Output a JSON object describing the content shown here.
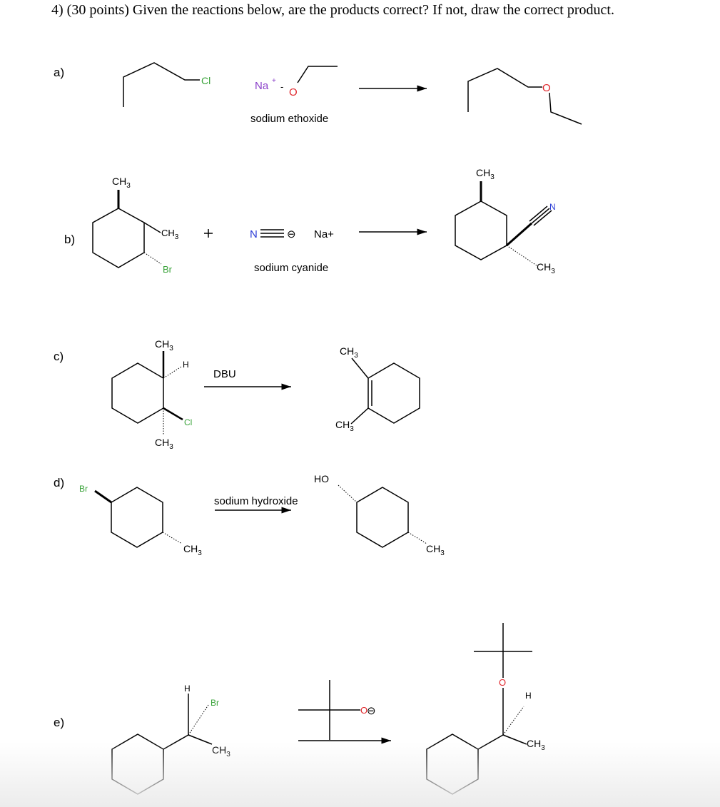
{
  "question": {
    "text": "4) (30 points) Given the reactions below, are the products correct? If not, draw the correct product."
  },
  "parts": [
    {
      "label": "a)",
      "reactant_labels": [
        "Cl",
        "Na",
        "+",
        "-",
        "O"
      ],
      "reagent_name": "sodium ethoxide",
      "product_labels": [
        "O"
      ]
    },
    {
      "label": "b)",
      "reactant_labels": [
        "CH3",
        "CH3",
        "Br"
      ],
      "plus": "+",
      "reagent_labels": [
        "N",
        "Na+"
      ],
      "reagent_name": "sodium cyanide",
      "product_labels": [
        "CH3",
        "N",
        "CH3"
      ]
    },
    {
      "label": "c)",
      "reactant_labels": [
        "CH3",
        "H",
        "Cl",
        "CH3"
      ],
      "reagent_name": "DBU",
      "product_labels": [
        "CH3",
        "CH3"
      ]
    },
    {
      "label": "d)",
      "reactant_labels": [
        "Br",
        "CH3"
      ],
      "reagent_name": "sodium hydroxide",
      "product_labels": [
        "HO",
        "CH3"
      ]
    },
    {
      "label": "e)",
      "reactant_labels": [
        "H",
        "Br",
        "CH3"
      ],
      "reagent_labels": [
        "O"
      ],
      "product_labels": [
        "O",
        "H",
        "CH3"
      ]
    }
  ],
  "colors": {
    "halogen": "#3aa33a",
    "oxygen": "#e0262b",
    "nitrogen": "#2a3bd6",
    "sodium": "#8a3fc9",
    "bond": "#000000"
  },
  "subscript": "3",
  "charge": "⊖"
}
